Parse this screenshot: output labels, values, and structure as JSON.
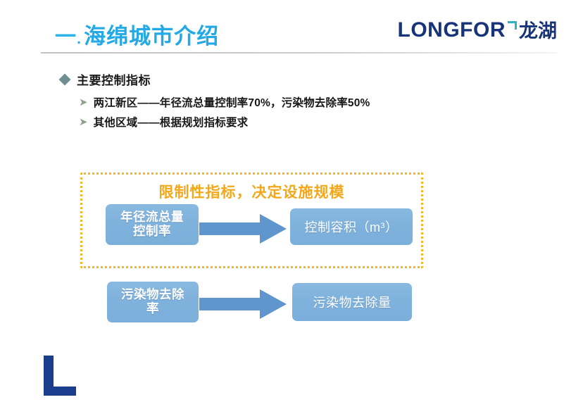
{
  "slide": {
    "title": {
      "number": "一",
      "dot": ".",
      "text": "海绵城市介绍"
    },
    "logo": {
      "latin": "LONGFOR",
      "chinese": "龙湖",
      "mark_icon": "longfor-corner-mark-icon",
      "color": "#17337A",
      "mark_color": "#2FB3C0"
    },
    "accent_color": "#22A9E6",
    "rule_color": "#bfc2c7"
  },
  "bullets": {
    "level1": {
      "icon": "diamond-bullet-icon",
      "label": "主要控制指标",
      "icon_color": "#6E8E92"
    },
    "level2": [
      {
        "icon": "arrow-bullet-icon",
        "label": "两江新区——年径流总量控制率70%，污染物去除率50%"
      },
      {
        "icon": "arrow-bullet-icon",
        "label": "其他区域——根据规划指标要求"
      }
    ]
  },
  "diagram": {
    "callout": {
      "heading": "限制性指标，决定设施规模",
      "heading_color": "#F3A81B",
      "border_color": "#F5B820"
    },
    "box_color": "#7FB2DC",
    "arrow_color": "#5E96CD",
    "rows": [
      {
        "source": "年径流总量\n控制率",
        "source_line1": "年径流总量",
        "source_line2": "控制率",
        "arrow_icon": "right-arrow-icon",
        "target": "控制容积（m³）"
      },
      {
        "source": "污染物去除\n率",
        "source_line1": "污染物去除",
        "source_line2": "率",
        "arrow_icon": "right-arrow-icon",
        "target": "污染物去除量"
      }
    ]
  },
  "footer": {
    "corner_mark_icon": "l-shape-mark-icon",
    "corner_mark_color": "#1A3E8C"
  }
}
